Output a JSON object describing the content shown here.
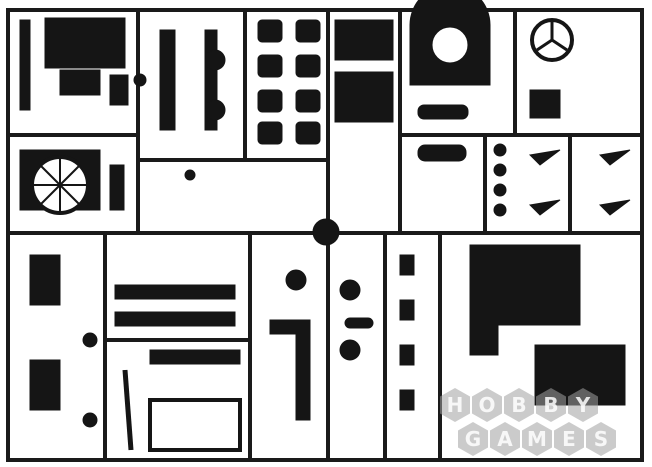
{
  "image": {
    "subject": "Plastic model kit sprue with black injection-molded parts",
    "colors": {
      "background": "#ffffff",
      "plastic": "#151515",
      "frame": "#1a1a1a"
    }
  },
  "watermark": {
    "line1": [
      "H",
      "O",
      "B",
      "B",
      "Y"
    ],
    "line2": [
      "G",
      "A",
      "M",
      "E",
      "S"
    ],
    "color": "#a0a0a0"
  }
}
